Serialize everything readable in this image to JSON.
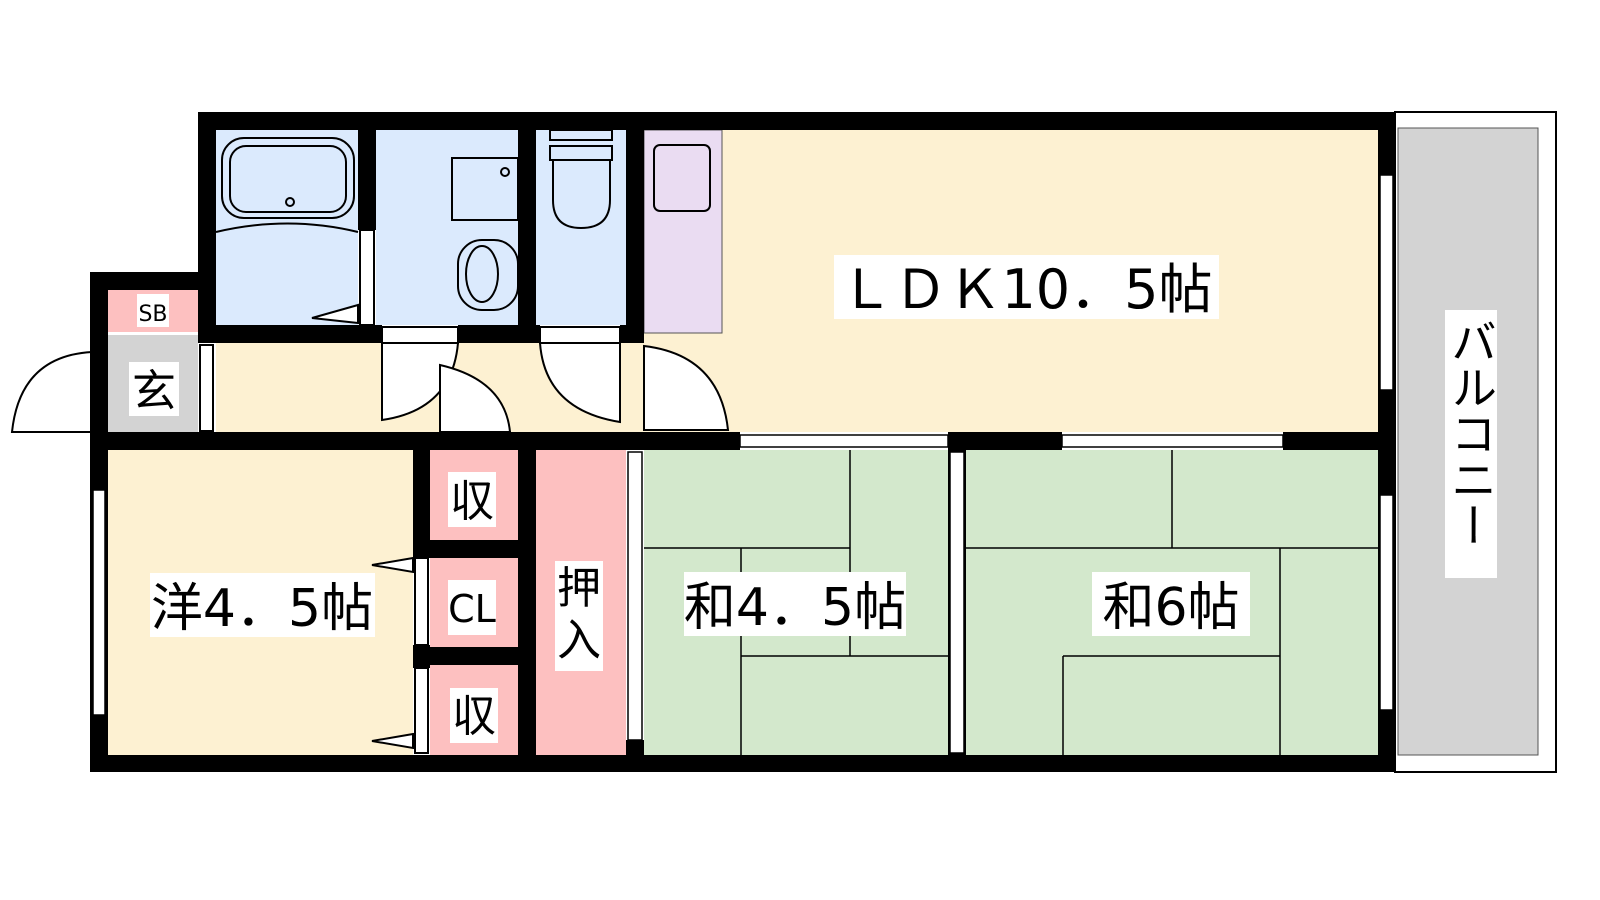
{
  "floorplan": {
    "rooms": {
      "ldk": "ＬＤＫ10．5帖",
      "western": "洋4．5帖",
      "japanese_small": "和4．5帖",
      "japanese_large": "和6帖",
      "balcony": "バルコニー",
      "entrance": "玄",
      "shoe_box": "SB",
      "storage_top": "収",
      "closet": "CL",
      "storage_bottom": "収",
      "oshiire_1": "押",
      "oshiire_2": "入"
    },
    "colors": {
      "living": "#fdf1d2",
      "water": "#dbeafd",
      "storage": "#fdc0c0",
      "tatami": "#d3e8cc",
      "kitchen": "#eadcf2",
      "entrance": "#d3d3d3",
      "wall": "#000000"
    }
  }
}
